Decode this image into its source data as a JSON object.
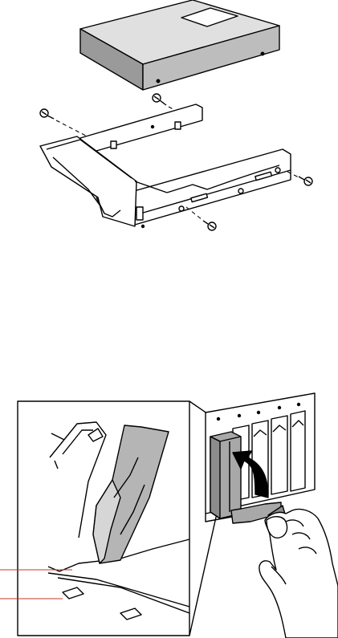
{
  "figures": [
    {
      "id": "tray-assembly",
      "parts": [
        "hard-drive",
        "drive-carrier-tray",
        "carrier-handle",
        "mounting-screw",
        "mounting-screw",
        "mounting-screw",
        "mounting-screw"
      ],
      "text_labels": []
    },
    {
      "id": "drive-insertion",
      "parts": [
        "detail-inset",
        "latch-lever",
        "drive-bay-chassis",
        "carrier-handle",
        "hand",
        "rotation-arrow"
      ],
      "callout_lines": 2,
      "text_labels": []
    }
  ],
  "colors": {
    "line": "#000000",
    "drive_top": "#e0e0e0",
    "drive_side": "#9a9a9a",
    "label": "#ffffff",
    "carrier_gray": "#a8a8a8",
    "inset_lever": "#b5b5b5",
    "callout": "#c0392b",
    "arrow": "#000000"
  }
}
